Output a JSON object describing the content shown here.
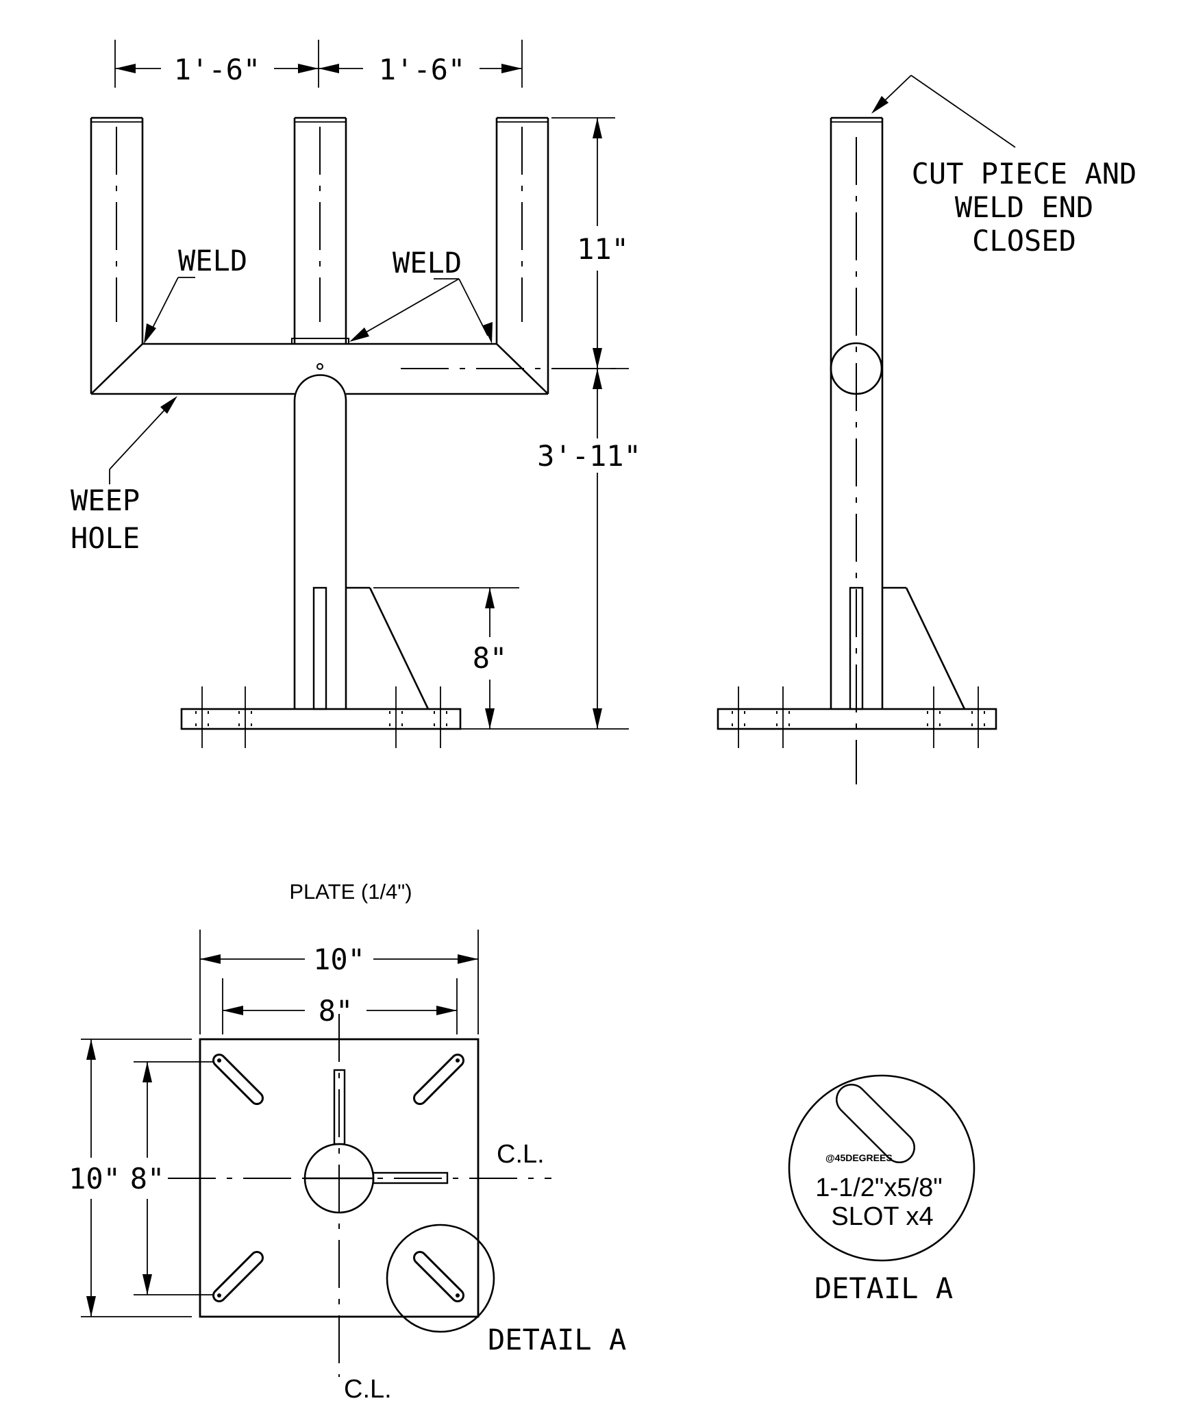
{
  "front_view": {
    "dim_span_left": "1'-6\"",
    "dim_span_right": "1'-6\"",
    "dim_arm_height": "11\"",
    "dim_post_height": "3'-11\"",
    "dim_gusset_height": "8\"",
    "weld_left_label": "WELD",
    "weld_right_label": "WELD",
    "weep_hole_label_line1": "WEEP",
    "weep_hole_label_line2": "HOLE"
  },
  "side_view": {
    "note_line1": "CUT PIECE AND",
    "note_line2": "WELD END",
    "note_line3": "CLOSED"
  },
  "plate_view": {
    "title": "PLATE (1/4\")",
    "dim_width_outer": "10\"",
    "dim_width_inner": "8\"",
    "dim_height_outer": "10\"",
    "dim_height_inner": "8\"",
    "centerline_horizontal": "C.L.",
    "centerline_vertical": "C.L.",
    "detail_callout": "DETAIL A"
  },
  "detail_a": {
    "angle_label": "@45DEGREES",
    "slot_size": "1-1/2\"x5/8\"",
    "slot_count": "SLOT x4",
    "title": "DETAIL A"
  }
}
